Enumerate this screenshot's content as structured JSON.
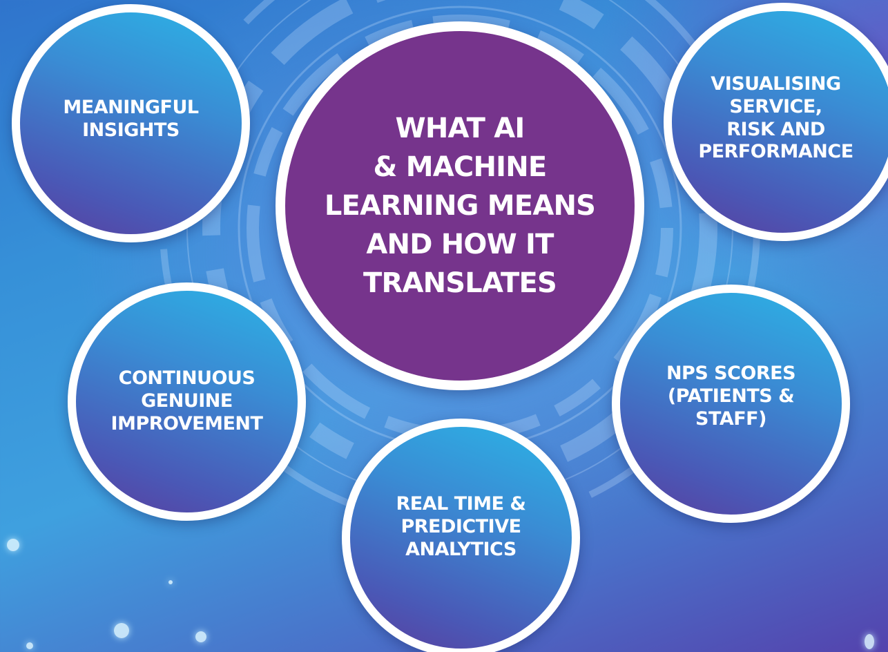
{
  "center": {
    "title": "WHAT AI\n& MACHINE\nLEARNING MEANS\nAND HOW IT\nTRANSLATES"
  },
  "nodes": {
    "meaningful_insights": "MEANINGFUL\nINSIGHTS",
    "visualising": "VISUALISING\nSERVICE,\nRISK AND\nPERFORMANCE",
    "continuous_improvement": "CONTINUOUS\nGENUINE\nIMPROVEMENT",
    "nps_scores": "NPS SCORES\n(PATIENTS &\nSTAFF)",
    "real_time": "REAL TIME &\nPREDICTIVE\nANALYTICS"
  },
  "colors": {
    "center_fill": "#76348c",
    "node_border": "#ffffff",
    "node_gradient_light": "#2bb4e6",
    "node_gradient_dark": "#5a3e9e",
    "background_blue": "#3690d8"
  }
}
